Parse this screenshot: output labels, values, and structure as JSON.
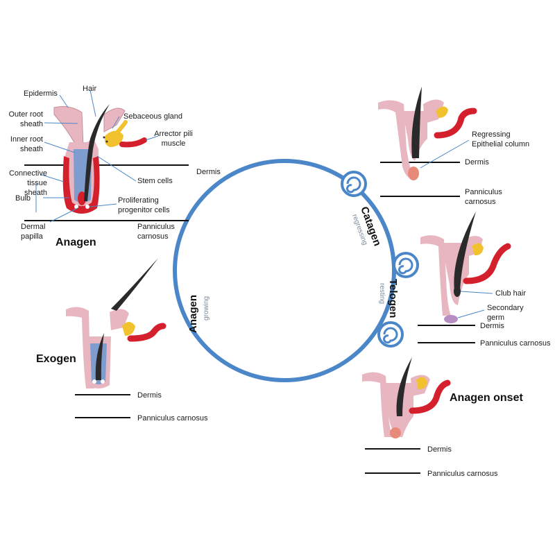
{
  "diagram": {
    "colors": {
      "cycle_ring": "#4a86c8",
      "sheath_pink": "#e8b6c0",
      "root_red": "#d4202c",
      "gland_yellow": "#f2c12e",
      "inner_blue": "#7f9ccf",
      "hair_dark": "#2a2a2a",
      "stage_caption_gray": "#7a8aa0"
    },
    "cycle": {
      "anagen": {
        "title": "Anagen",
        "caption": "growing"
      },
      "catagen": {
        "title": "Catagen",
        "caption": "regressing"
      },
      "telogen": {
        "title": "Telogen",
        "caption": "resting"
      }
    },
    "anagen_panel": {
      "title": "Anagen",
      "labels": {
        "epidermis": "Epidermis",
        "hair": "Hair",
        "outer_root_sheath": "Outer root\nsheath",
        "sebaceous_gland": "Sebaceous gland",
        "arrector_pili": "Arrector pili\nmuscle",
        "inner_root_sheath": "Inner root\nsheath",
        "dermis": "Dermis",
        "connective_tissue_sheath": "Connective\ntissue sheath",
        "stem_cells": "Stem cells",
        "bulb": "Bulb",
        "proliferating_progenitor": "Proliferating\nprogenitor cells",
        "dermal_papilla": "Dermal\npapilla",
        "panniculus_carnosus": "Panniculus\ncarnosus"
      }
    },
    "catagen_panel": {
      "labels": {
        "regressing_column": "Regressing\nEpithelial column",
        "dermis": "Dermis",
        "panniculus_carnosus": "Panniculus\ncarnosus"
      }
    },
    "telogen_panel": {
      "labels": {
        "club_hair": "Club hair",
        "secondary_germ": "Secondary\ngerm",
        "dermis": "Dermis",
        "panniculus_carnosus": "Panniculus carnosus"
      }
    },
    "exogen_panel": {
      "title": "Exogen",
      "labels": {
        "dermis": "Dermis",
        "panniculus_carnosus": "Panniculus carnosus"
      }
    },
    "anagen_onset_panel": {
      "title": "Anagen onset",
      "labels": {
        "dermis": "Dermis",
        "panniculus_carnosus": "Panniculus carnosus"
      }
    }
  }
}
